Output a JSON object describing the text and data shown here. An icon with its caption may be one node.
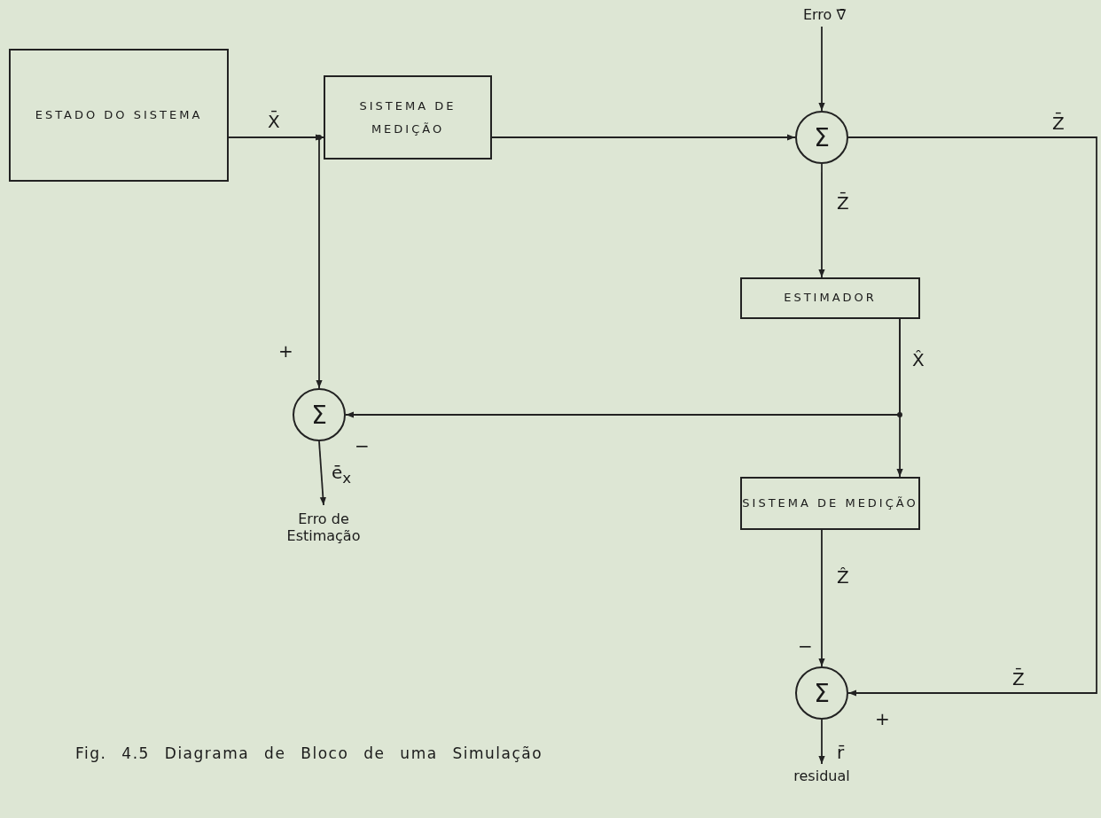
{
  "diagram": {
    "caption": "Fig. 4.5 Diagrama de Bloco de uma Simulação",
    "nodes": [
      {
        "text": [
          "ESTADO DO SISTEMA"
        ]
      },
      {
        "text": [
          "SISTEMA DE MEDIÇÃO"
        ]
      },
      {
        "text": [
          "Σ"
        ]
      },
      {
        "text": [
          "ESTIMADOR"
        ]
      },
      {
        "text": [
          "Σ"
        ]
      },
      {
        "text": [
          "SISTEMA DE MEDIÇÃO"
        ]
      },
      {
        "text": [
          "Σ"
        ]
      },
      {
        "text": [
          "Erro ∇̄"
        ]
      },
      {
        "text": [
          "Erro de Estimação"
        ]
      },
      {
        "text": [
          "residual"
        ]
      }
    ],
    "edges": [
      {
        "from": 0,
        "to": 1,
        "arrow": "to",
        "label": "X̄"
      },
      {
        "from": 0,
        "to": 4,
        "arrow": "to"
      },
      {
        "from": 1,
        "to": 2,
        "arrow": "to"
      },
      {
        "from": 7,
        "to": 2,
        "arrow": "to"
      },
      {
        "from": 2,
        "to": 3,
        "arrow": "to",
        "label": "Z̄"
      },
      {
        "from": 2,
        "to": 6,
        "arrow": "to",
        "label": "Z̄"
      },
      {
        "from": 3,
        "to": 4,
        "arrow": "to"
      },
      {
        "from": 3,
        "to": 5,
        "arrow": "to",
        "label": "X̂"
      },
      {
        "from": 5,
        "to": 6,
        "arrow": "to",
        "label": "Ẑ"
      },
      {
        "from": 4,
        "to": 8,
        "arrow": "to",
        "label": "ē$_{x}$"
      },
      {
        "from": 6,
        "to": 9,
        "arrow": "to",
        "label": "r̄"
      }
    ],
    "labels": [
      "+",
      "−",
      "−",
      "Z̄",
      "+"
    ]
  }
}
